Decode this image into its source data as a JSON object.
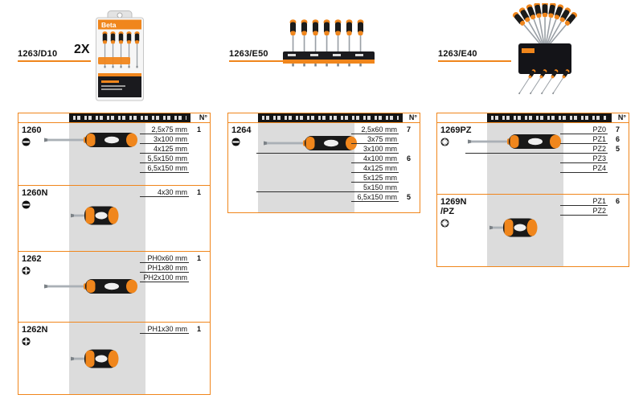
{
  "logo": "Beta",
  "qty_header": "N°",
  "accent_color": "#f0861c",
  "top_products": [
    {
      "code": "1263/D10",
      "multiplier": "2X",
      "photo": "blister-pack"
    },
    {
      "code": "1263/E50",
      "photo": "counter-stand"
    },
    {
      "code": "1263/E40",
      "photo": "wall-panel"
    }
  ],
  "tables": [
    {
      "product": "1263/D10",
      "rows": [
        {
          "code": "1260",
          "code2": "",
          "tip": "slotted-icon",
          "sizes": [
            {
              "size": "2,5x75 mm",
              "qty": "1"
            },
            {
              "size": "3x100 mm",
              "qty": ""
            },
            {
              "size": "4x125 mm",
              "qty": ""
            },
            {
              "size": "5,5x150 mm",
              "qty": ""
            },
            {
              "size": "6,5x150 mm",
              "qty": ""
            }
          ]
        },
        {
          "code": "1260N",
          "code2": "",
          "tip": "slotted-icon",
          "sizes": [
            {
              "size": "4x30 mm",
              "qty": "1"
            }
          ]
        },
        {
          "code": "1262",
          "code2": "",
          "tip": "phillips-icon",
          "sizes": [
            {
              "size": "PH0x60 mm",
              "qty": "1"
            },
            {
              "size": "PH1x80 mm",
              "qty": ""
            },
            {
              "size": "PH2x100 mm",
              "qty": ""
            }
          ]
        },
        {
          "code": "1262N",
          "code2": "",
          "tip": "phillips-icon",
          "sizes": [
            {
              "size": "PH1x30 mm",
              "qty": "1"
            }
          ]
        }
      ]
    },
    {
      "product": "1263/E50",
      "rows": [
        {
          "code": "1264",
          "code2": "",
          "tip": "slotted-icon",
          "sizes": [
            {
              "size": "2,5x60 mm",
              "qty": "7"
            },
            {
              "size": "3x75 mm",
              "qty": ""
            },
            {
              "size": "3x100 mm",
              "qty": ""
            },
            {
              "size": "4x100 mm",
              "qty": "6"
            },
            {
              "size": "4x125 mm",
              "qty": ""
            },
            {
              "size": "5x125 mm",
              "qty": ""
            },
            {
              "size": "5x150 mm",
              "qty": ""
            },
            {
              "size": "6,5x150 mm",
              "qty": "5"
            }
          ]
        }
      ]
    },
    {
      "product": "1263/E40",
      "rows": [
        {
          "code": "1269PZ",
          "code2": "",
          "tip": "pozidriv-icon",
          "sizes": [
            {
              "size": "PZ0",
              "qty": "7"
            },
            {
              "size": "PZ1",
              "qty": "6"
            },
            {
              "size": "PZ2",
              "qty": "5"
            },
            {
              "size": "PZ3",
              "qty": ""
            },
            {
              "size": "PZ4",
              "qty": ""
            }
          ]
        },
        {
          "code": "1269N",
          "code2": "/PZ",
          "tip": "pozidriv-icon",
          "sizes": [
            {
              "size": "PZ1",
              "qty": "6"
            },
            {
              "size": "PZ2",
              "qty": ""
            }
          ]
        }
      ]
    }
  ]
}
